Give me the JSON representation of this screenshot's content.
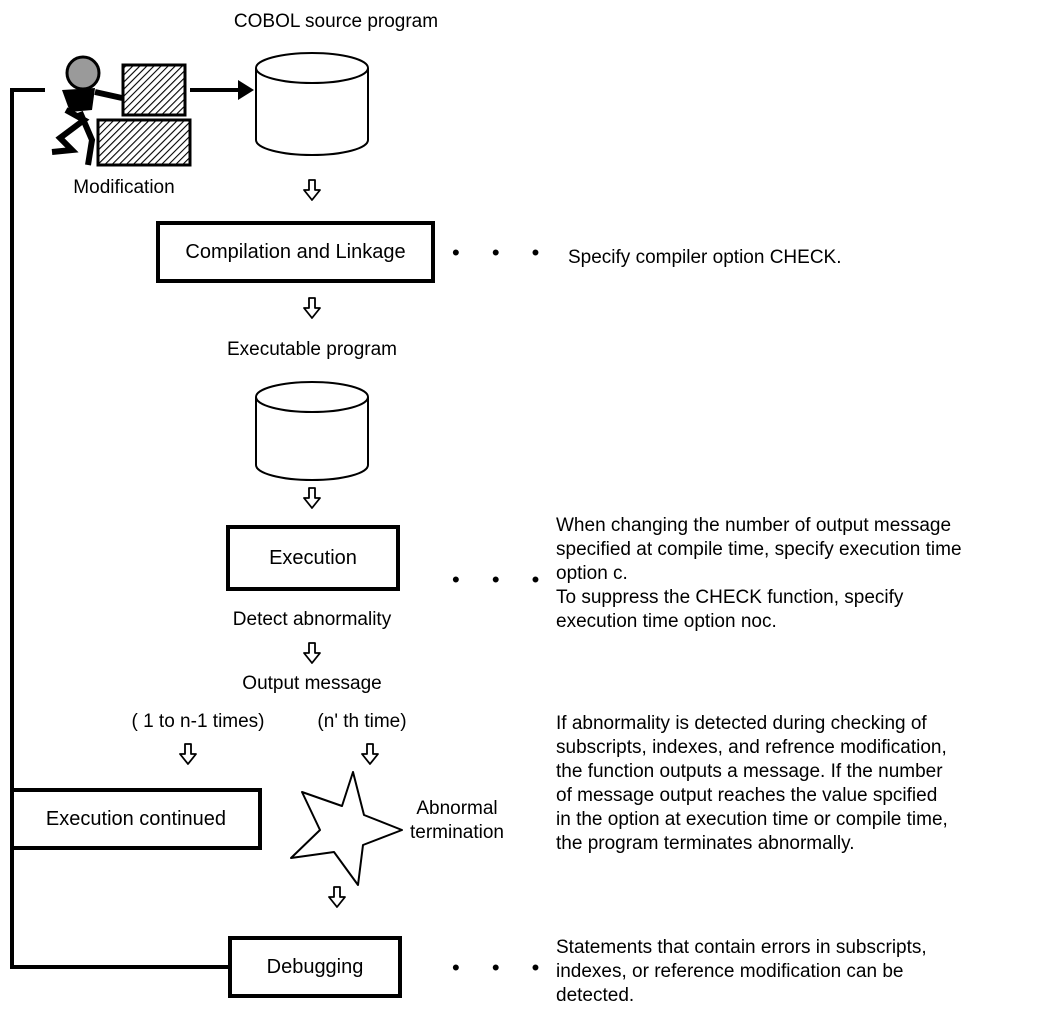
{
  "labels": {
    "source": "COBOL source program",
    "modification": "Modification",
    "executable": "Executable program",
    "detect": "Detect abnormality",
    "output": "Output message",
    "times_first": "( 1 to n-1 times)",
    "times_nth": "(n' th time)",
    "abnormal": "Abnormal\ntermination"
  },
  "boxes": {
    "compile": "Compilation and Linkage",
    "execution": "Execution",
    "continued": "Execution continued",
    "debugging": "Debugging"
  },
  "dots": "• • •",
  "notes": {
    "compile": "Specify compiler option CHECK.",
    "execution": "  When changing the number of output message\nspecified at compile time,  specify execution time\noption c.\n  To suppress the CHECK function,  specify\nexecution time option noc.",
    "abnormal": "  If abnormality is detected during checking of\nsubscripts,  indexes,  and refrence modification,\nthe function outputs a message.  If the number\nof message output reaches the value spcified\nin the option at execution time or compile time,\nthe program terminates abnormally.",
    "debugging": "  Statements that contain errors in subscripts,\nindexes,  or  reference modification can be\ndetected."
  },
  "icons": {
    "person": "programmer-at-computer-icon",
    "disk": "disk-storage-icon",
    "down_arrow": "hollow-down-arrow-icon",
    "star": "abnormal-termination-star-icon"
  }
}
